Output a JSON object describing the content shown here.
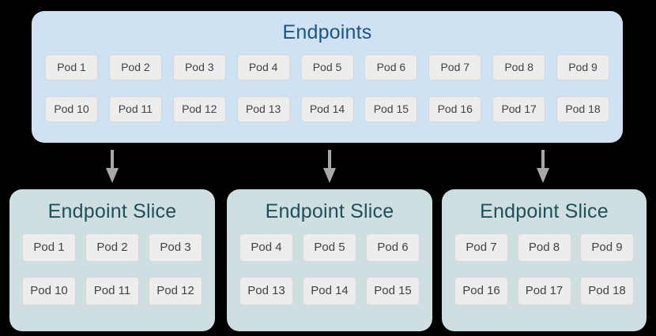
{
  "colors": {
    "background": "#000000",
    "endpoints_fill": "#cfe2f4",
    "endpoints_title": "#1d5484",
    "slice_fill": "#cfdfe1",
    "slice_title": "#204f5c",
    "pod_fill": "#ededee",
    "pod_border": "#d7d7d9",
    "pod_text": "#3e4347",
    "arrow": "#a8a8a8"
  },
  "endpoints": {
    "title": "Endpoints",
    "pods": [
      "Pod 1",
      "Pod 2",
      "Pod 3",
      "Pod 4",
      "Pod 5",
      "Pod 6",
      "Pod 7",
      "Pod 8",
      "Pod 9",
      "Pod 10",
      "Pod 11",
      "Pod 12",
      "Pod 13",
      "Pod 14",
      "Pod 15",
      "Pod 16",
      "Pod 17",
      "Pod 18"
    ]
  },
  "slices": [
    {
      "title": "Endpoint Slice",
      "pods": [
        "Pod 1",
        "Pod 2",
        "Pod 3",
        "Pod 10",
        "Pod 11",
        "Pod 12"
      ]
    },
    {
      "title": "Endpoint Slice",
      "pods": [
        "Pod 4",
        "Pod 5",
        "Pod 6",
        "Pod 13",
        "Pod 14",
        "Pod 15"
      ]
    },
    {
      "title": "Endpoint Slice",
      "pods": [
        "Pod 7",
        "Pod 8",
        "Pod 9",
        "Pod 16",
        "Pod 17",
        "Pod 18"
      ]
    }
  ]
}
